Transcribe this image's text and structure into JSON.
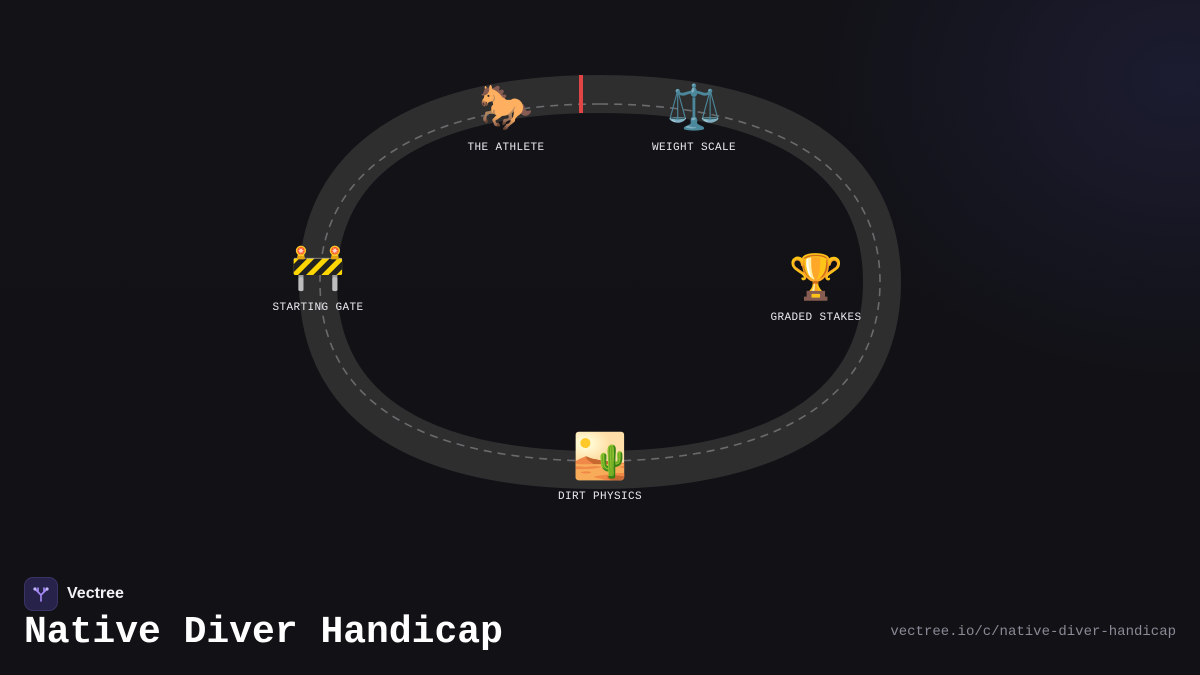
{
  "brand": {
    "name": "Vectree",
    "logo_icon": "tree-branch-icon",
    "accent_color": "#8b5cf6"
  },
  "title": "Native Diver Handicap",
  "url": "vectree.io/c/native-diver-handicap",
  "track": {
    "surface_color": "#2e2e2f",
    "lane_marking_color": "#6b6b6e",
    "finish_marker_color": "#e04444"
  },
  "nodes": [
    {
      "id": "athlete",
      "label": "THE ATHLETE",
      "icon": "horse-icon",
      "glyph": "🐎"
    },
    {
      "id": "weight",
      "label": "WEIGHT SCALE",
      "icon": "balance-scale-icon",
      "glyph": "⚖️"
    },
    {
      "id": "gate",
      "label": "STARTING GATE",
      "icon": "construction-barrier-icon",
      "glyph": "🚧"
    },
    {
      "id": "stakes",
      "label": "GRADED STAKES",
      "icon": "trophy-icon",
      "glyph": "🏆"
    },
    {
      "id": "dirt",
      "label": "DIRT PHYSICS",
      "icon": "desert-icon",
      "glyph": "🏜️"
    }
  ]
}
